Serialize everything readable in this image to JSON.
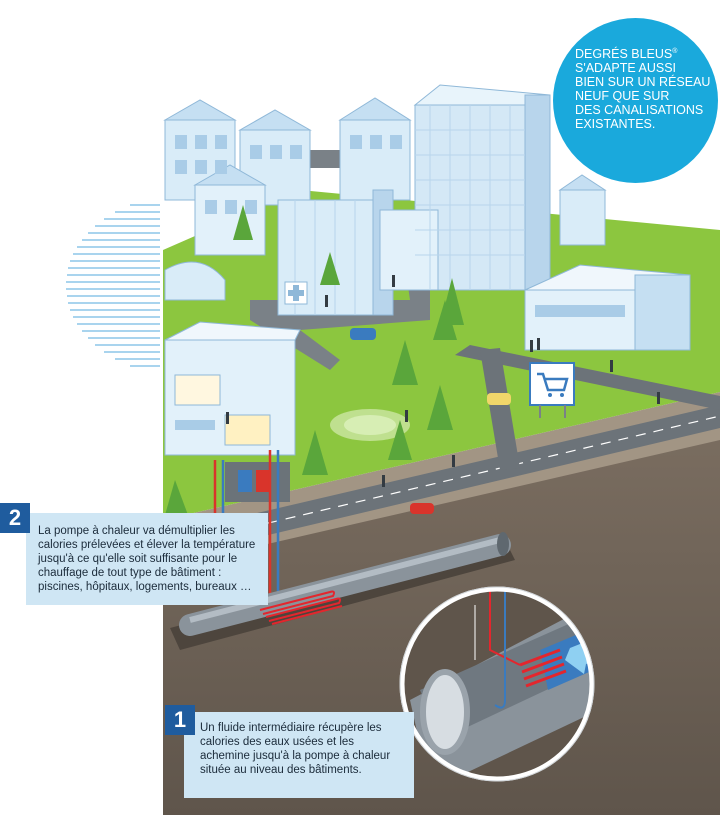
{
  "bubble": {
    "line1": "DEGRÉS BLEUS",
    "reg": "®",
    "line2": "S'ADAPTE AUSSI",
    "line3": "BIEN SUR UN RÉSEAU",
    "line4": "NEUF QUE SUR",
    "line5": "DES CANALISATIONS",
    "line6": "EXISTANTES."
  },
  "step2": {
    "number": "2",
    "text": "La pompe à chaleur va démultiplier les calories prélevées et élever la température jusqu'à ce qu'elle soit suffisante pour le chauffage de tout type de bâtiment : piscines, hôpitaux, logements, bureaux …"
  },
  "step1": {
    "number": "1",
    "text": "Un fluide intermédiaire récupère les calories des eaux usées et les achemine jusqu'à la pompe à chaleur située au niveau des bâtiments."
  },
  "colors": {
    "accent": "#1aa9dc",
    "badge": "#1f5c9e",
    "callout": "#cfe6f4",
    "grass": "#8cc63f",
    "soil": "#6e6256",
    "pipe": "#8a939b",
    "heat_loop": "#e3262d",
    "building": "#d9ecf8"
  },
  "icons": [
    "hospital-cross-icon",
    "shopping-cart-icon",
    "water-flow-arrow-icon"
  ]
}
